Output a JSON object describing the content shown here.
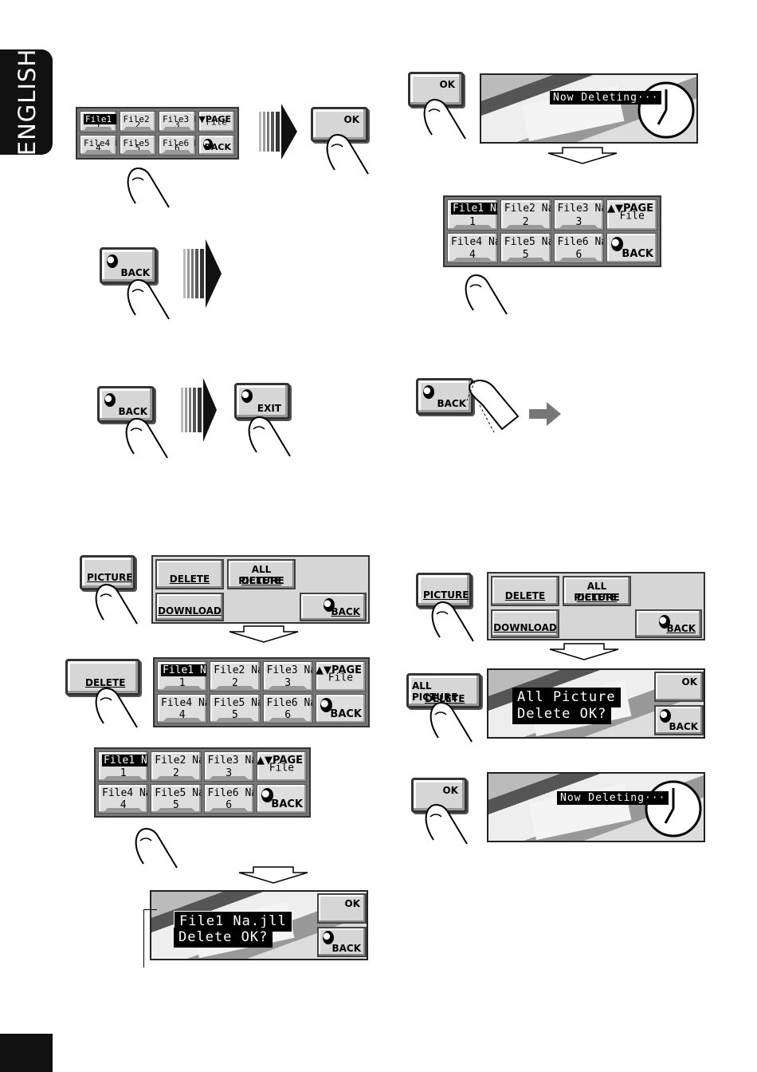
{
  "language_tab": "ENGLISH",
  "file_grid": {
    "files": [
      {
        "name": "File1 Na",
        "num": "1"
      },
      {
        "name": "File2 Na",
        "num": "2"
      },
      {
        "name": "File3 Na",
        "num": "3"
      },
      {
        "name": "File4 Na",
        "num": "4"
      },
      {
        "name": "File5 Na",
        "num": "5"
      },
      {
        "name": "File6 Na",
        "num": "6"
      }
    ],
    "page_label": "PAGE",
    "file_label": "File",
    "back_label": "BACK"
  },
  "buttons": {
    "ok": "OK",
    "back": "BACK",
    "exit": "EXIT",
    "picture": "PICTURE",
    "delete": "DELETE",
    "all_picture_delete_1": "ALL PICTURE",
    "all_picture_delete_2": "DELETE",
    "download": "DOWNLOAD"
  },
  "messages": {
    "now_deleting": "Now Deleting···",
    "file_confirm_1": "File1 Na.jll",
    "file_confirm_2": "Delete OK?",
    "all_confirm_1": "All Picture",
    "all_confirm_2": "Delete OK?"
  }
}
